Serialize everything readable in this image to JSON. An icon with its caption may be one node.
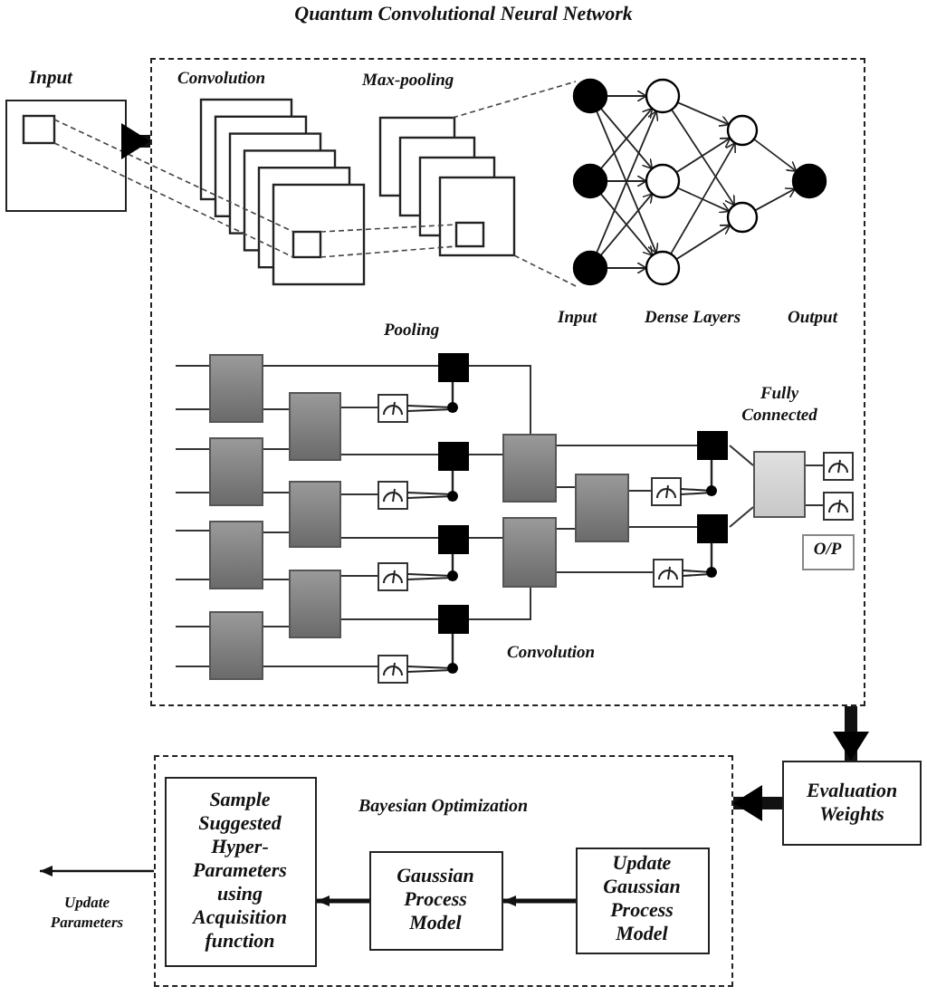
{
  "diagram": {
    "title": "Quantum Convolutional Neural Network",
    "nodes": [
      {
        "text": [
          "Input"
        ]
      },
      {
        "text": [],
        "shape": "box"
      },
      {
        "text": [
          "Fully Connected"
        ],
        "in": 1
      },
      {
        "text": [
          "O/P"
        ],
        "in": 1
      },
      {
        "text": [
          "Evaluation Weights"
        ]
      },
      {
        "text": [
          "Bayesian Optimization"
        ]
      },
      {
        "text": [
          "Sample Suggested Hyper-Parameters using Acquisition function"
        ],
        "in": 5
      },
      {
        "text": [
          "Gaussian Process Model"
        ],
        "in": 5
      },
      {
        "text": [
          "Update Gaussian Process Model"
        ],
        "in": 5
      }
    ],
    "edges": [
      {
        "from": 0,
        "to": 1,
        "arrow": "to",
        "style": "thick"
      },
      {
        "from": 1,
        "to": 4,
        "arrow": "to",
        "style": "thick"
      },
      {
        "from": 4,
        "to": 5,
        "arrow": "to",
        "style": "thick"
      },
      {
        "from": 8,
        "to": 7,
        "arrow": "to"
      },
      {
        "from": 7,
        "to": 6,
        "arrow": "to"
      },
      {
        "from": 5,
        "to": null,
        "arrow": "to",
        "label": "Update Parameters"
      }
    ],
    "labels": [
      "Convolution",
      "Max-pooling",
      "Input",
      "Dense Layers",
      "Output",
      "Pooling",
      "Convolution"
    ]
  }
}
